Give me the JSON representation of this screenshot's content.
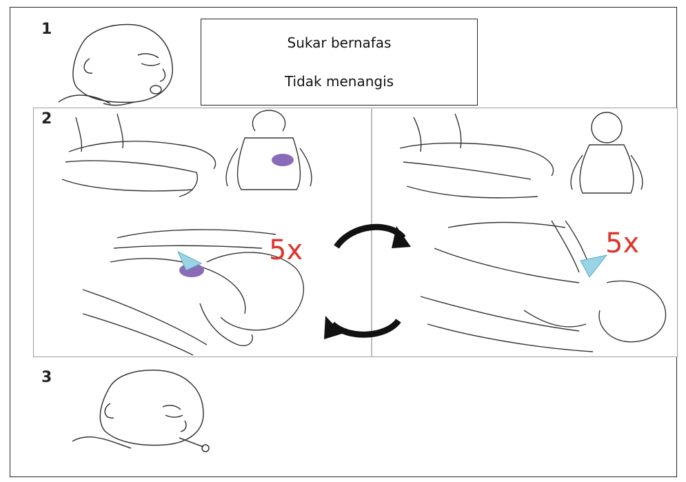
{
  "steps": [
    {
      "number": "1"
    },
    {
      "number": "2"
    },
    {
      "number": "3"
    }
  ],
  "callout": {
    "line1": "Sukar bernafas",
    "line2": "Tidak menangis"
  },
  "repeat_labels": {
    "back_blows": "5x",
    "chest_thrusts": "5x"
  },
  "colors": {
    "repeat_text": "#e0342c",
    "impact_zone": "#8a6bb8",
    "arrow_pointer": "#9ad3e6"
  }
}
